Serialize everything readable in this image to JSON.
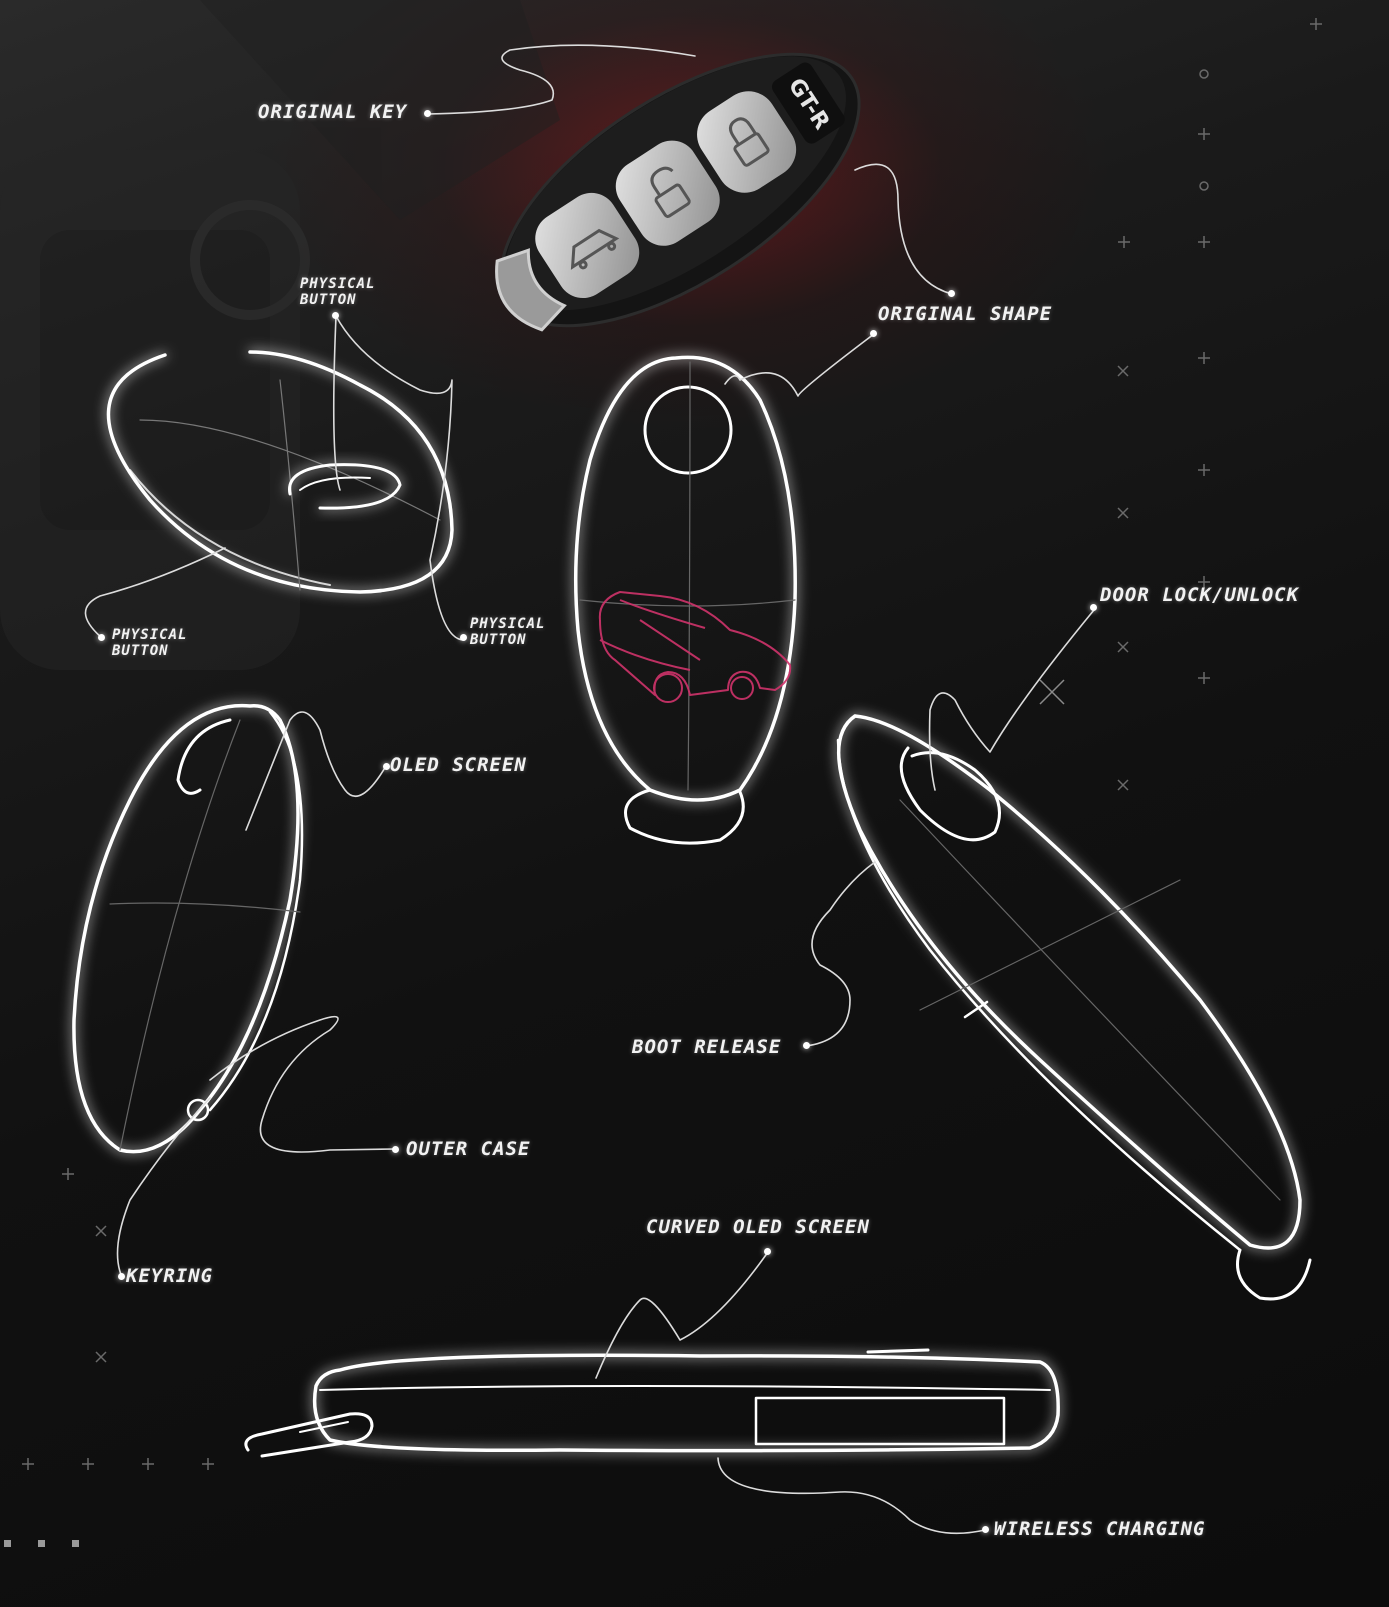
{
  "labels": {
    "original_key": "ORIGINAL KEY",
    "original_shape": "ORIGINAL SHAPE",
    "physical_button_top": "PHYSICAL BUTTON",
    "physical_button_left": "PHYSICAL BUTTON",
    "physical_button_right": "PHYSICAL BUTTON",
    "door_lock_unlock": "DOOR LOCK/UNLOCK",
    "oled_screen": "OLED SCREEN",
    "boot_release": "BOOT RELEASE",
    "outer_case": "OUTER CASE",
    "keyring": "KEYRING",
    "curved_oled_screen": "CURVED OLED SCREEN",
    "wireless_charging": "WIRELESS CHARGING"
  },
  "key_logo": "GT-R",
  "colors": {
    "background": "#111111",
    "sketch_line": "#ffffff",
    "glow": "#9a1418",
    "car_sketch": "#d0336b",
    "key_body": "#1b1b1b",
    "key_buttons": "#bdbdbd"
  },
  "icons": [
    "boot-icon",
    "lock-icon",
    "unlock-icon",
    "car-sketch-icon"
  ]
}
